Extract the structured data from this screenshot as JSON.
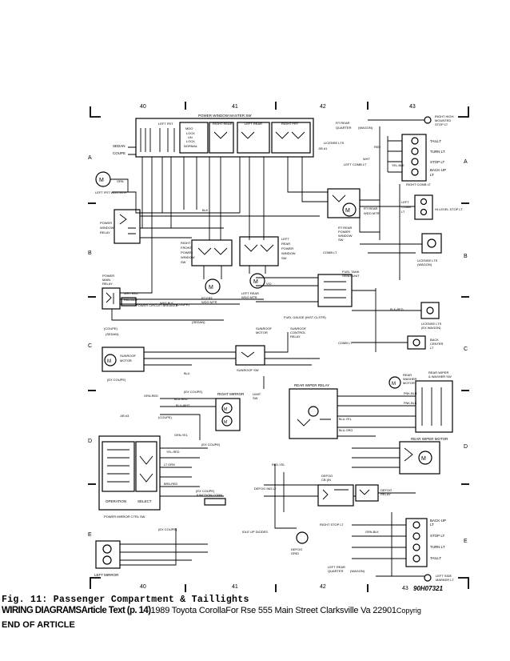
{
  "grid": {
    "columns": [
      "40",
      "41",
      "42",
      "43"
    ],
    "rows": [
      "A",
      "B",
      "C",
      "D",
      "E"
    ]
  },
  "drawing_code": "90H07321",
  "components": {
    "master_switch": "POWER WINDOW MASTER SW",
    "master_positions": [
      "LEFT FRT",
      "RIGHT REAR",
      "LEFT REAR",
      "RIGHT FRT"
    ],
    "lock_labels": [
      "MDO",
      "LOCK",
      "UN",
      "LOCK",
      "NORMAL"
    ],
    "sedan": "SEDAN",
    "coupe": "COUPE",
    "left_frt_window_motor": "LEFT FRT WDO MTR",
    "power_window_relay": [
      "POWER",
      "WINDOW",
      "RELAY"
    ],
    "power_main_relay": [
      "POWER",
      "MAIN",
      "RELAY"
    ],
    "right_front_window_sw": [
      "RIGHT",
      "FRONT",
      "POWER",
      "WINDOW",
      "SW"
    ],
    "left_rear_window_sw": [
      "LEFT",
      "REAR",
      "POWER",
      "WINDOW",
      "SW"
    ],
    "rt_frt_wdo_mtr": [
      "RT FRT",
      "WDO MTR"
    ],
    "rt_rear_window_motor": [
      "RT REAR",
      "WDO MTR"
    ],
    "rt_rear_power_window_sw": [
      "RT REAR",
      "POWER",
      "WINDOW",
      "SW"
    ],
    "left_rear_wdo_mtr": [
      "LEFT REAR",
      "WDO MTR"
    ],
    "power_circuit_breaker": "POWER CIRCUIT BREAKER",
    "fuel_gauge": "FUEL GAUGE (INST CLSTR)",
    "fuel_tank_sender": [
      "FUEL TANK",
      "SEND UNIT"
    ],
    "sunroof_motor": [
      "SUNROOF",
      "MOTOR"
    ],
    "sunroof_control_relay": [
      "SUNROOF",
      "CONTROL",
      "RELAY"
    ],
    "sunroof_sw": "SUNROOF SW",
    "sunroof_motor_left": [
      "SUNROOF",
      "MOTOR"
    ],
    "limit_sw": [
      "LIMIT",
      "SW"
    ],
    "rear_wiper_relay": "REAR WIPER RELAY",
    "rear_washer_motor": [
      "REAR",
      "WASHER",
      "MOTOR"
    ],
    "rear_wiper_washer_sw": [
      "REAR WIPER",
      "& WASHER SW"
    ],
    "rear_wiper_motor": "REAR WIPER MOTOR",
    "defog_relay": [
      "DEFOG",
      "RELAY"
    ],
    "defog_cb": [
      "DEFOG",
      "CB (IN",
      "RELAY)"
    ],
    "defog_ind_lt": "DEFOG IND LT",
    "idle_up_diodes": "IDLE UP DIODES",
    "defog_grid": [
      "DEFOG",
      "GRID"
    ],
    "power_mirror_switch": "POWER MIRROR CTRL SW",
    "operation": "OPERATION",
    "select": "SELECT",
    "right_mirror": "RIGHT MIRROR",
    "left_mirror": "LEFT MIRROR",
    "junction_conn": [
      "JUNCTION CONN",
      "(EX COUPE)"
    ],
    "right_high_marker": [
      "RIGHT HIGH",
      "MOUNTED",
      "STOP LT"
    ],
    "taillt": "TAILLT",
    "turn_lt": "TURN LT",
    "stop_lt": "STOP LT",
    "back_up_lt": [
      "BACK-UP",
      "LT"
    ],
    "right_comb_lt": "RIGHT COMB LT",
    "left_comb_lt": [
      "LEFT",
      "COMB",
      "LT"
    ],
    "license_lts_wagon": [
      "LICENSE LTS",
      "(WAGON)"
    ],
    "license_lts_ex_wagon": [
      "LICENSE LTS",
      "(EX WAGON)"
    ],
    "back_center_lt": [
      "BACK",
      "CENTER",
      "LT"
    ],
    "comb_lt": "COMB LT",
    "left_side_marker": [
      "LEFT SIDE",
      "MARKER LT"
    ],
    "rt_rear_quarter": [
      "RT REAR",
      "QUARTER"
    ],
    "left_rear_quarter": [
      "LEFT REAR",
      "QUARTER"
    ],
    "wagon": "(WAGON)",
    "ex_coupe": "(EX COUPE)",
    "coupe_paren": "(COUPE)",
    "sedan_paren": "(SEDAN)",
    "jb1": "J/B #1",
    "jb3": "J/B #3",
    "hi_level": "HI LEVEL STOP LT",
    "rt_stop_lt": "RIGHT STOP LT",
    "license_lts": "LICENSE LTS",
    "left_comb": "LEFT COMB LT"
  },
  "wire_colors": [
    "GRN",
    "WHT-BLK",
    "WHT-RED",
    "RED-BLU",
    "BLU-RED",
    "BLU-WHT",
    "GRN-RED",
    "GRN-YEL",
    "LT GRN",
    "BRN-RED",
    "RED-YEL",
    "YEL-RED",
    "BLU-YEL",
    "BLU-ORG",
    "PNK-BLU",
    "PNK-BLK",
    "BLK",
    "BLU",
    "RED",
    "WHT",
    "VIO",
    "YEL-BLK",
    "BLK-RED",
    "GRN-BLK"
  ],
  "caption": "Fig. 11:  Passenger Compartment & Taillights",
  "footer": {
    "title": "WIRING DIAGRAMSArticle Text (p. 14)",
    "source": "1989 Toyota CorollaFor Rse 555 Main Street Clarksville Va 22901",
    "copyright": "Copyrig"
  },
  "end": "END OF ARTICLE"
}
